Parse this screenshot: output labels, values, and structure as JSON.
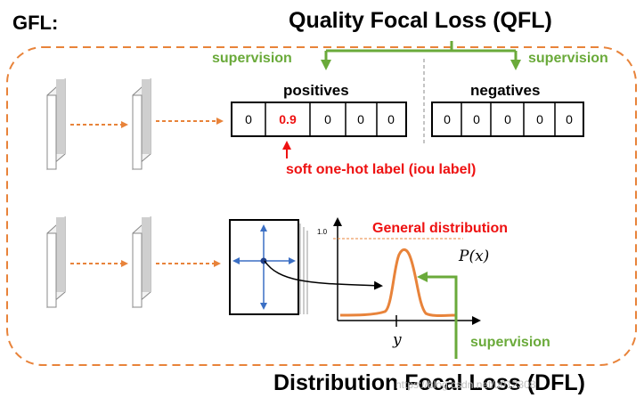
{
  "gfl_label": "GFL:",
  "qfl_title": "Quality Focal Loss (QFL)",
  "dfl_title": "Distribution Focal Loss (DFL)",
  "supervision_left": "supervision",
  "supervision_right": "supervision",
  "supervision_bottom": "supervision",
  "positives_label": "positives",
  "negatives_label": "negatives",
  "positives_cells": [
    "0",
    "0.9",
    "0",
    "0",
    "0"
  ],
  "negatives_cells": [
    "0",
    "0",
    "0",
    "0",
    "0"
  ],
  "soft_label": "soft one-hot label (iou label)",
  "general_distribution": "General distribution",
  "y_tick": "1.0",
  "px_label": "P(x)",
  "y_label": "y",
  "watermark": "https://blog.csdn.net/u012308"
}
